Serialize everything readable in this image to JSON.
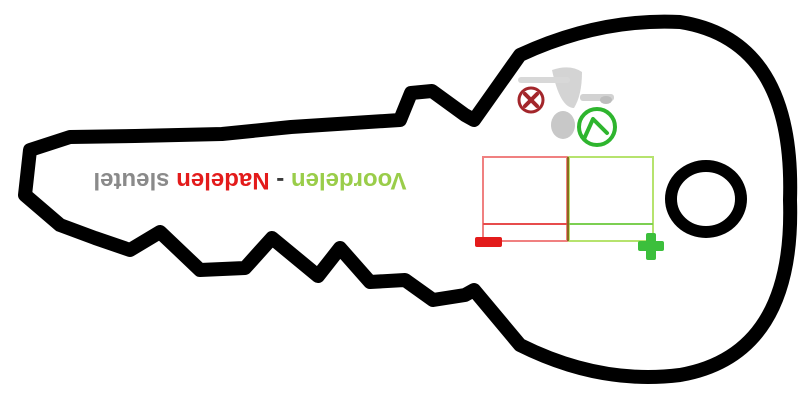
{
  "title": {
    "word_advantages": "Voordelen",
    "separator": " - ",
    "word_disadvantages": "Nadelen",
    "word_key": "sleutel"
  },
  "colors": {
    "outline": "#000000",
    "advantages": "#9acd4a",
    "disadvantages": "#e31b1b",
    "key_word": "#8a8a8a",
    "plus": "#3cbf3c",
    "minus": "#e31b1b"
  },
  "icons": {
    "figure": "person-thinking-icon",
    "cancel": "red-x-circle-icon",
    "approve": "green-check-circle-icon",
    "plus": "plus-icon",
    "minus": "minus-icon"
  }
}
